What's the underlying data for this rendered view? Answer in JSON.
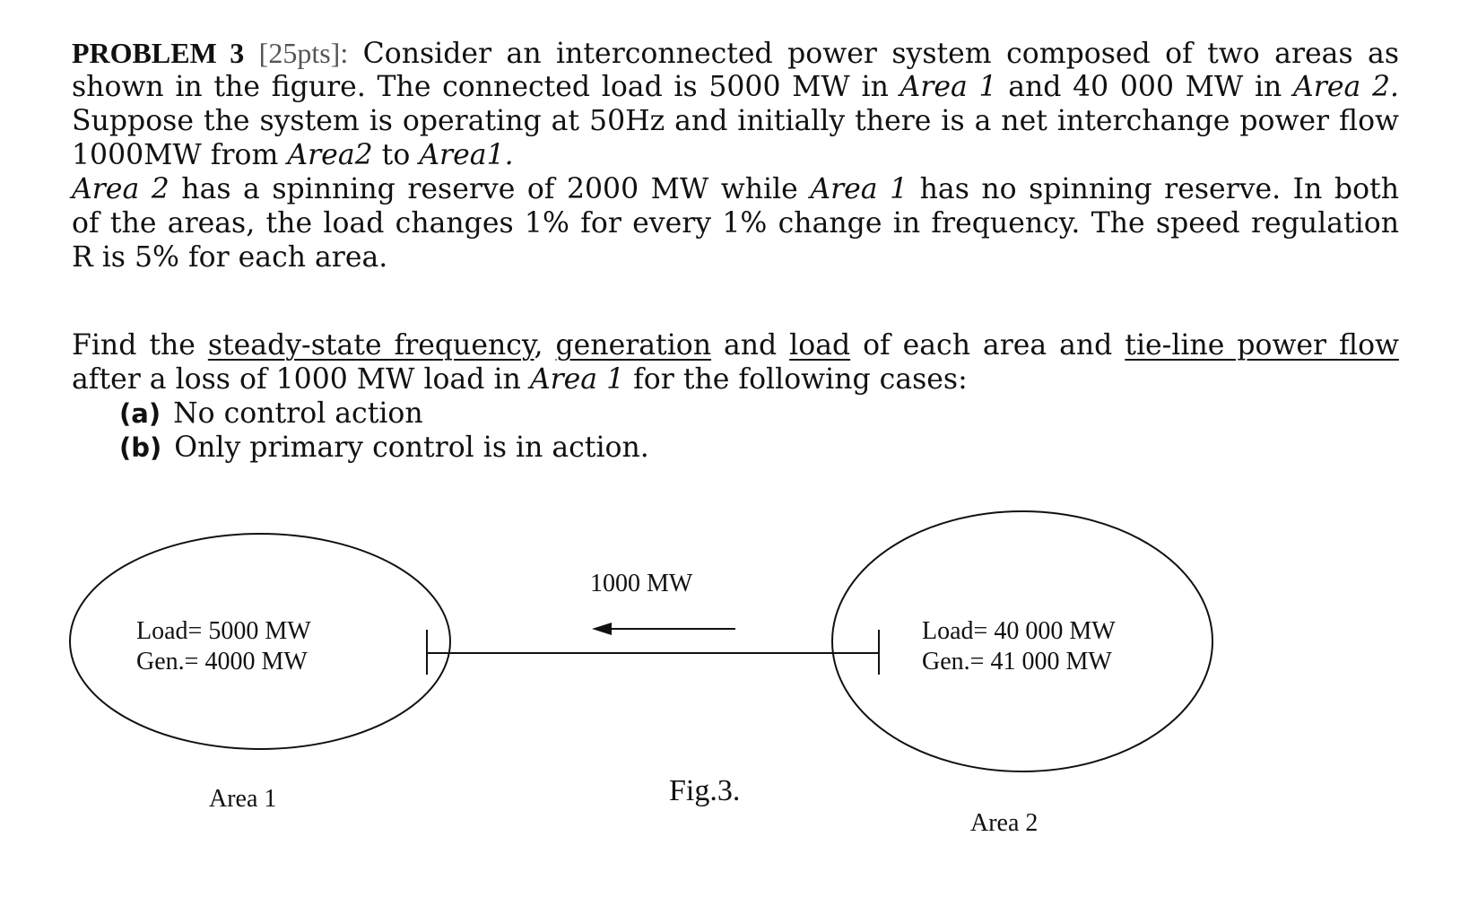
{
  "problem": {
    "heading": "PROBLEM 3",
    "points": "[25pts]:",
    "para1": {
      "l1": "Consider an interconnected power system composed of two areas as",
      "l2a": "shown in the figure. The connected load is 5000 MW in",
      "l2b": "Area 1",
      "l2c": "and 40 000 MW in",
      "l2d": "Area 2.",
      "l3": "Suppose the system is operating at 50Hz and initially there is a net interchange power flow",
      "l4a": "1000MW from",
      "l4b": "Area2",
      "l4c": "to",
      "l4d": "Area1."
    },
    "para2": {
      "l1a": "Area 2",
      "l1b": "has a spinning reserve of 2000 MW while",
      "l1c": "Area 1",
      "l1d": "has no spinning reserve. In both",
      "l2": "of the areas, the load changes 1% for every 1% change in frequency. The speed regulation",
      "l3": "R is 5% for each area."
    },
    "para3": {
      "l1a": "Find the",
      "l1b": "steady-state frequency",
      "l1c": ",",
      "l1d": "generation",
      "l1e": "and",
      "l1f": "load",
      "l1g": "of each area and",
      "l1h": "tie-line power flow",
      "l2a": "after a loss of 1000 MW load in",
      "l2b": "Area 1",
      "l2c": "for the following cases:"
    },
    "cases": [
      {
        "label": "(a)",
        "text": "No control action"
      },
      {
        "label": "(b)",
        "text": "Only primary control is in action."
      }
    ]
  },
  "figure": {
    "tie_flow": "1000 MW",
    "area1": {
      "load": "Load= 5000 MW",
      "gen": "Gen.= 4000 MW",
      "name": "Area 1"
    },
    "area2": {
      "load": "Load= 40 000 MW",
      "gen": "Gen.= 41 000 MW",
      "name": "Area 2"
    },
    "caption": "Fig.3."
  }
}
